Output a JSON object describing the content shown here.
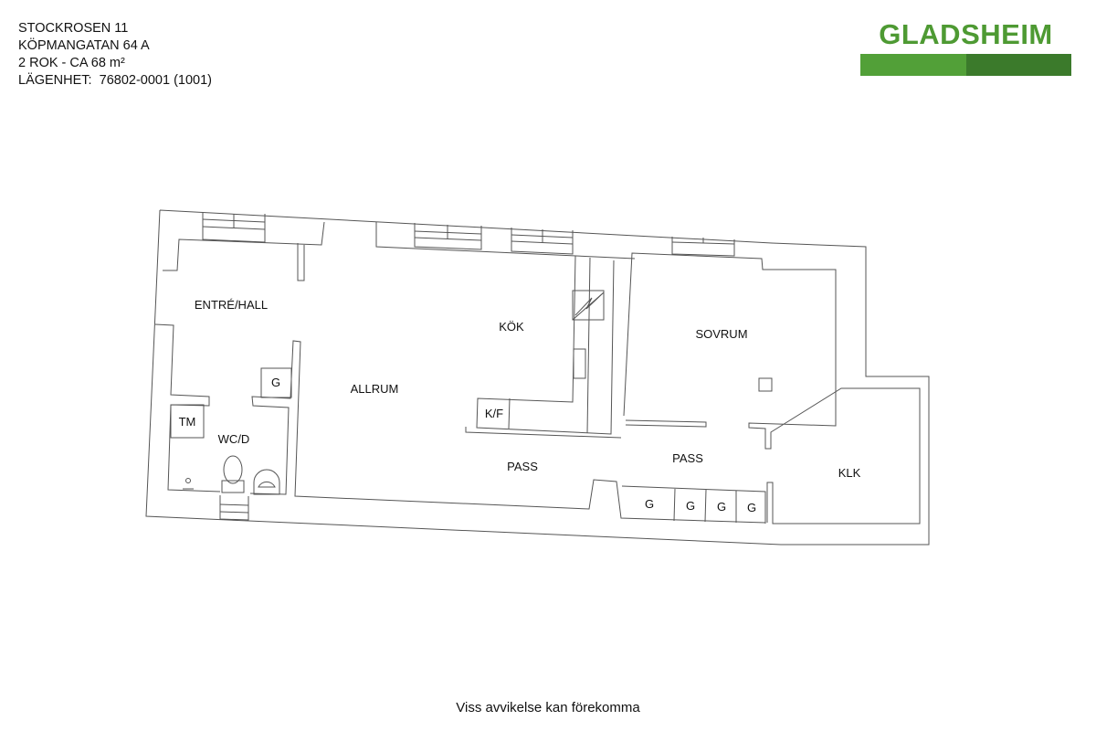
{
  "header": {
    "lines": [
      "STOCKROSEN 11",
      "KÖPMANGATAN 64 A",
      "2 ROK - CA 68 m²",
      "LÄGENHET:  76802-0001 (1001)"
    ]
  },
  "logo": {
    "text": "GLADSHEIM",
    "colors": {
      "text": "#4e9a33",
      "bar_light": "#52a038",
      "bar_dark": "#3b7a2b"
    }
  },
  "plan": {
    "rooms": {
      "hall": "ENTRÉ/HALL",
      "kitchen": "KÖK",
      "bedroom": "SOVRUM",
      "living": "ALLRUM",
      "wc": "WC/D",
      "washer": "TM",
      "fridge": "K/F",
      "pass1": "PASS",
      "pass2": "PASS",
      "closet": "KLK"
    },
    "wardrobes": [
      "G",
      "G",
      "G",
      "G",
      "G"
    ]
  },
  "footer": {
    "note": "Viss avvikelse kan förekomma"
  }
}
